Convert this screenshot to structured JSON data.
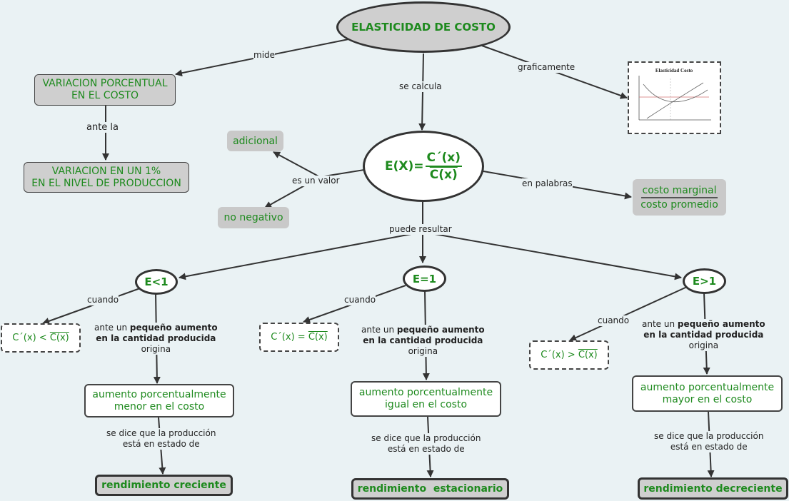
{
  "title": "ELASTICIDAD DE COSTO",
  "formula": {
    "lhs": "E(X)=",
    "num": "C´(x)",
    "den": "C(x)"
  },
  "mini_chart": {
    "title": "Elasticidad Costo"
  },
  "nodes": {
    "variacion_costo": "VARIACION PORCENTUAL\nEN EL COSTO",
    "variacion_produccion": "VARIACION EN UN 1%\nEN EL NIVEL DE PRODUCCION",
    "adicional": "adicional",
    "no_negativo": "no negativo",
    "costo_marginal": "costo marginal",
    "costo_promedio": "costo promedio",
    "e_menor": "E<1",
    "e_igual": "E=1",
    "e_mayor": "E>1",
    "aumento_menor": "aumento porcentualmente\nmenor en el costo",
    "aumento_igual": "aumento porcentualmente\nigual en el costo",
    "aumento_mayor": "aumento porcentualmente\nmayor en el costo",
    "rend_creciente": "rendimiento creciente",
    "rend_estacionario": "rendimiento  estacionario",
    "rend_decreciente": "rendimiento decreciente",
    "cond_menor": {
      "left": "C´(x) <",
      "right": "C(x)"
    },
    "cond_igual": {
      "left": "C´(x) =",
      "right": "C(x)"
    },
    "cond_mayor": {
      "left": "C´(x) >",
      "right": "C(x)"
    }
  },
  "labels": {
    "mide": "mide",
    "se_calcula": "se calcula",
    "graficamente": "graficamente",
    "ante_la": "ante la",
    "es_un_valor": "es un valor",
    "en_palabras": "en palabras",
    "puede_resultar": "puede resultar",
    "cuando": "cuando",
    "ante_un": "ante un ",
    "pequeno": "pequeño aumento",
    "cantidad": "en la cantidad producida",
    "origina": "origina",
    "se_dice": "se dice que la producción\nestá en estado de"
  }
}
